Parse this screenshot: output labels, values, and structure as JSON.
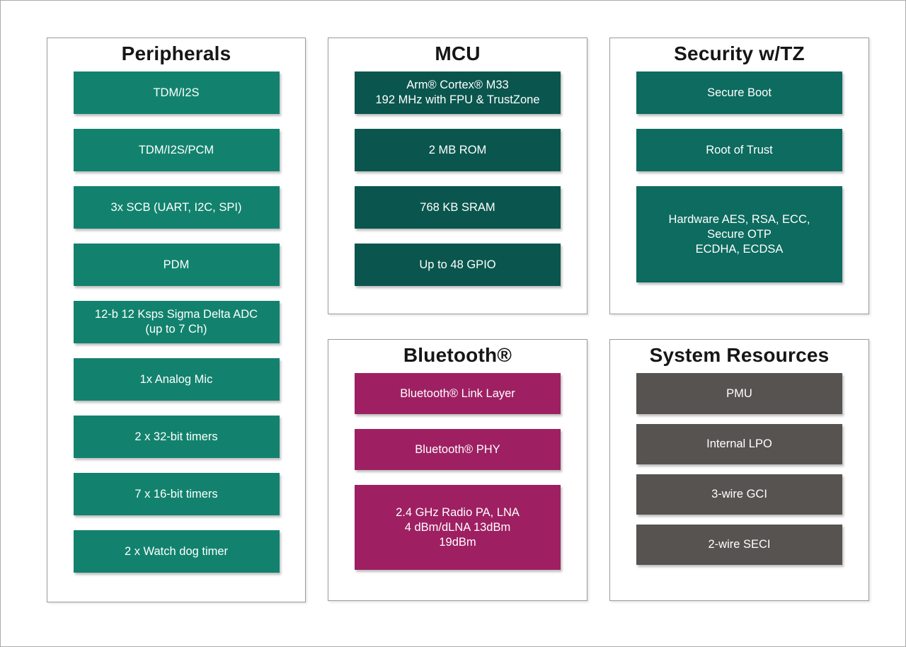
{
  "diagram": {
    "description": "SoC block diagram with five labeled panels",
    "colors": {
      "peripheral_teal": "#12826E",
      "mcu_dark_green": "#0A564E",
      "security_teal": "#0D6B5F",
      "bluetooth_magenta": "#9E2063",
      "system_gray": "#575351",
      "panel_border": "#9a9a9a",
      "outer_border": "#ababab",
      "block_text": "#ffffff",
      "title_text": "#161616"
    }
  },
  "panels": {
    "peripherals": {
      "title": "Peripherals",
      "blocks": [
        "TDM/I2S",
        "TDM/I2S/PCM",
        "3x SCB (UART, I2C, SPI)",
        "PDM",
        "12-b 12 Ksps Sigma Delta ADC\n(up to 7 Ch)",
        "1x Analog Mic",
        "2 x 32-bit timers",
        "7 x 16-bit timers",
        "2 x Watch dog timer"
      ]
    },
    "mcu": {
      "title": "MCU",
      "blocks": [
        "Arm® Cortex® M33\n192 MHz with FPU & TrustZone",
        "2 MB ROM",
        "768 KB SRAM",
        "Up to 48 GPIO"
      ]
    },
    "security": {
      "title": "Security w/TZ",
      "blocks": [
        "Secure Boot",
        "Root of Trust",
        "Hardware AES, RSA, ECC,\nSecure OTP\nECDHA, ECDSA"
      ]
    },
    "bluetooth": {
      "title": "Bluetooth®",
      "blocks": [
        "Bluetooth® Link Layer",
        "Bluetooth® PHY",
        "2.4 GHz Radio PA, LNA\n4 dBm/dLNA 13dBm\n19dBm"
      ]
    },
    "system": {
      "title": "System Resources",
      "blocks": [
        "PMU",
        "Internal LPO",
        "3-wire GCI",
        "2-wire SECI"
      ]
    }
  }
}
